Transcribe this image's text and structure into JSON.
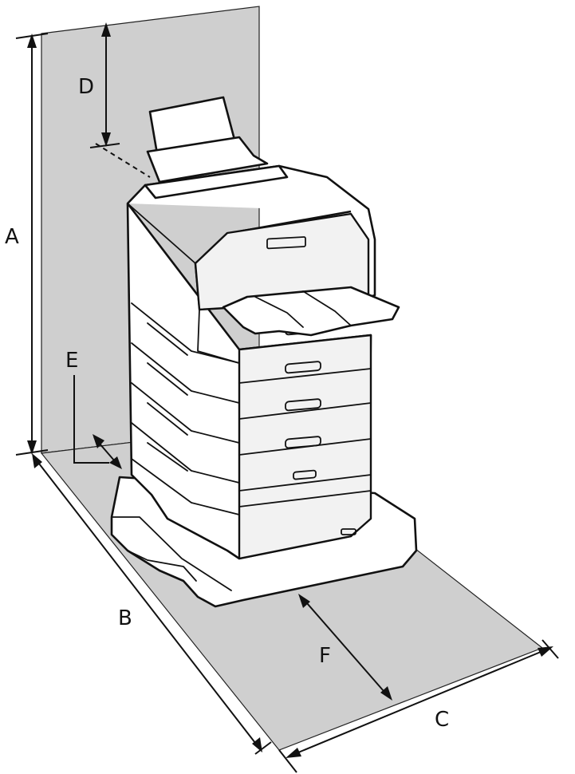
{
  "labels": {
    "A": "A",
    "B": "B",
    "C": "C",
    "D": "D",
    "E": "E",
    "F": "F"
  },
  "colors": {
    "clearance_zone": "#cfcfcf",
    "outline": "#111111"
  }
}
